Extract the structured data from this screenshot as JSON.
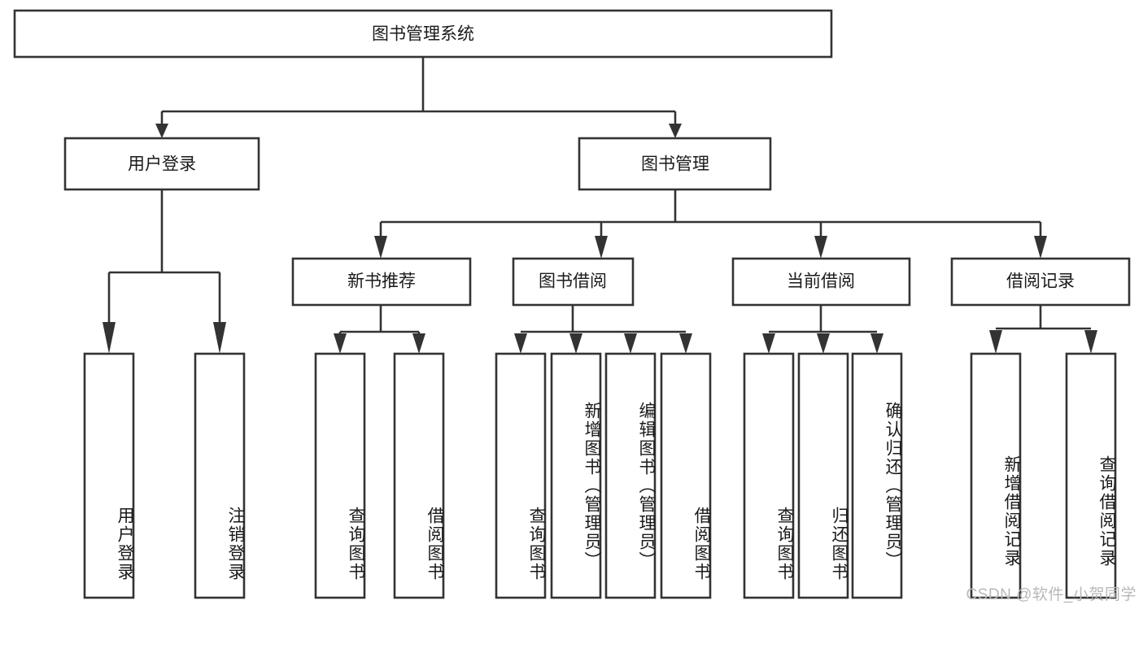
{
  "diagram": {
    "type": "tree-hierarchy",
    "title": "图书管理系统",
    "watermark": "CSDN @软件_小贺同学",
    "root": {
      "label": "图书管理系统"
    },
    "level2": [
      {
        "label": "用户登录"
      },
      {
        "label": "图书管理"
      }
    ],
    "level3": [
      {
        "label": "新书推荐"
      },
      {
        "label": "图书借阅"
      },
      {
        "label": "当前借阅"
      },
      {
        "label": "借阅记录"
      }
    ],
    "leaves": {
      "user_login": [
        {
          "label": "用户登录"
        },
        {
          "label": "注销登录"
        }
      ],
      "new_book_recommend": [
        {
          "label": "查询图书"
        },
        {
          "label": "借阅图书"
        }
      ],
      "book_borrow": [
        {
          "label": "查询图书"
        },
        {
          "label": "新增图书（管理员）"
        },
        {
          "label": "编辑图书（管理员）"
        },
        {
          "label": "借阅图书"
        }
      ],
      "current_borrow": [
        {
          "label": "查询图书"
        },
        {
          "label": "归还图书"
        },
        {
          "label": "确认归还（管理员）"
        }
      ],
      "borrow_record": [
        {
          "label": "新增借阅记录"
        },
        {
          "label": "查询借阅记录"
        }
      ]
    },
    "colors": {
      "stroke": "#333333",
      "fill": "#ffffff",
      "text": "#1a1a1a",
      "watermark": "#b8b8b8"
    }
  }
}
